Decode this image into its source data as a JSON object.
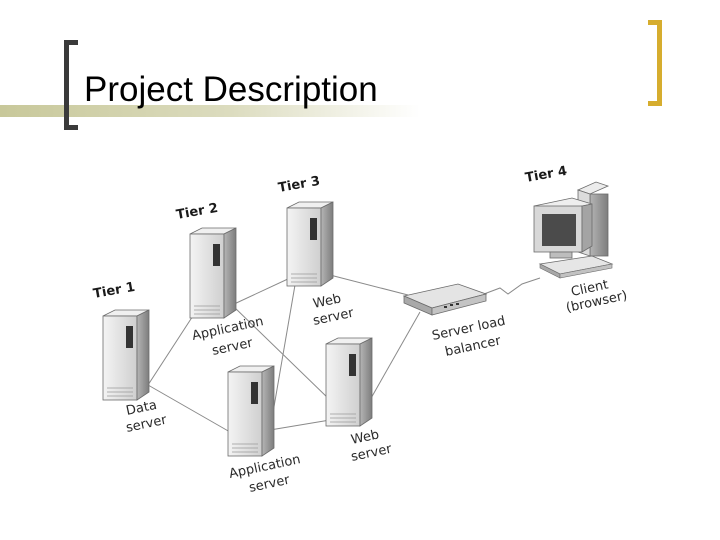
{
  "slide": {
    "title": "Project Description"
  },
  "tiers": {
    "tier1": "Tier 1",
    "tier2": "Tier 2",
    "tier3": "Tier 3",
    "tier4": "Tier 4"
  },
  "nodes": {
    "data_server": {
      "line1": "Data",
      "line2": "server"
    },
    "app_server_top": {
      "line1": "Application",
      "line2": "server"
    },
    "app_server_bottom": {
      "line1": "Application",
      "line2": "server"
    },
    "web_server_top": {
      "line1": "Web",
      "line2": "server"
    },
    "web_server_bottom": {
      "line1": "Web",
      "line2": "server"
    },
    "load_balancer": {
      "line1": "Server load",
      "line2": "balancer"
    },
    "client": {
      "line1": "Client",
      "line2": "(browser)"
    }
  },
  "colors": {
    "bracket_left": "#3a3a3a",
    "bracket_right": "#d6ad2e",
    "title_band": "#c8c89a",
    "server_front": "#e6e6e6",
    "server_side": "#9a9a9a",
    "link_line": "#8a8a8a"
  }
}
